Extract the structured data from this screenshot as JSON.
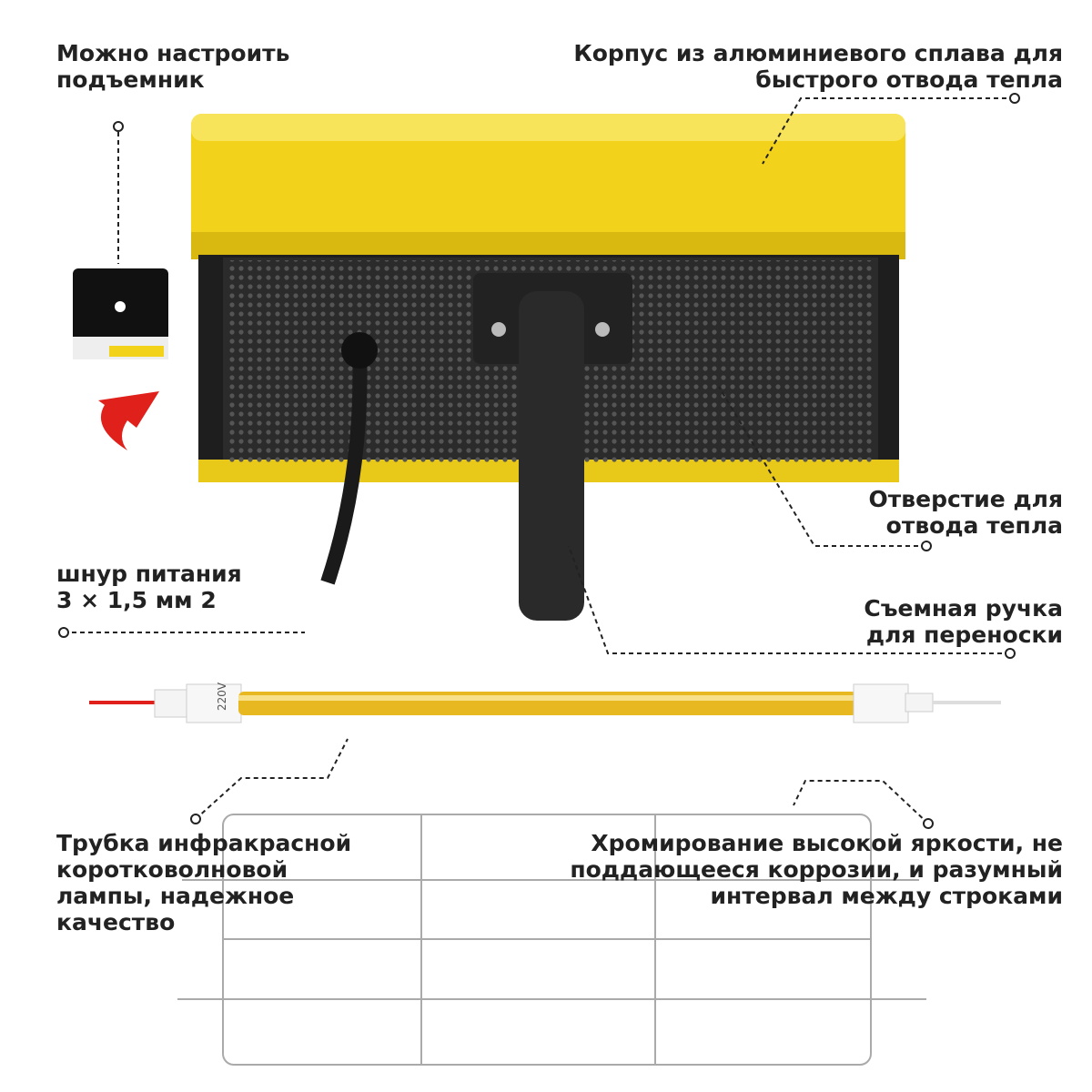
{
  "labels": {
    "lift": [
      "Можно настроить",
      "подъемник"
    ],
    "housing": [
      "Корпус из алюминиевого сплава для",
      "быстрого отвода тепла"
    ],
    "vent": [
      "Отверстие для",
      "отвода тепла"
    ],
    "cord": [
      "шнур питания",
      "3 × 1,5 мм 2"
    ],
    "handle": [
      "Съемная ручка",
      "для переноски"
    ],
    "tube": [
      "Трубка инфракрасной",
      "коротковолновой",
      "лампы, надежное",
      "качество"
    ],
    "chrome": [
      "Хромирование высокой яркости, не",
      "поддающееся коррозии, и разумный",
      "интервал между строками"
    ]
  },
  "lamp_marking": "220V",
  "colors": {
    "housing": "#f2d21a",
    "arrow": "#e0201a",
    "tube": "#e8b820",
    "text": "#222222"
  }
}
